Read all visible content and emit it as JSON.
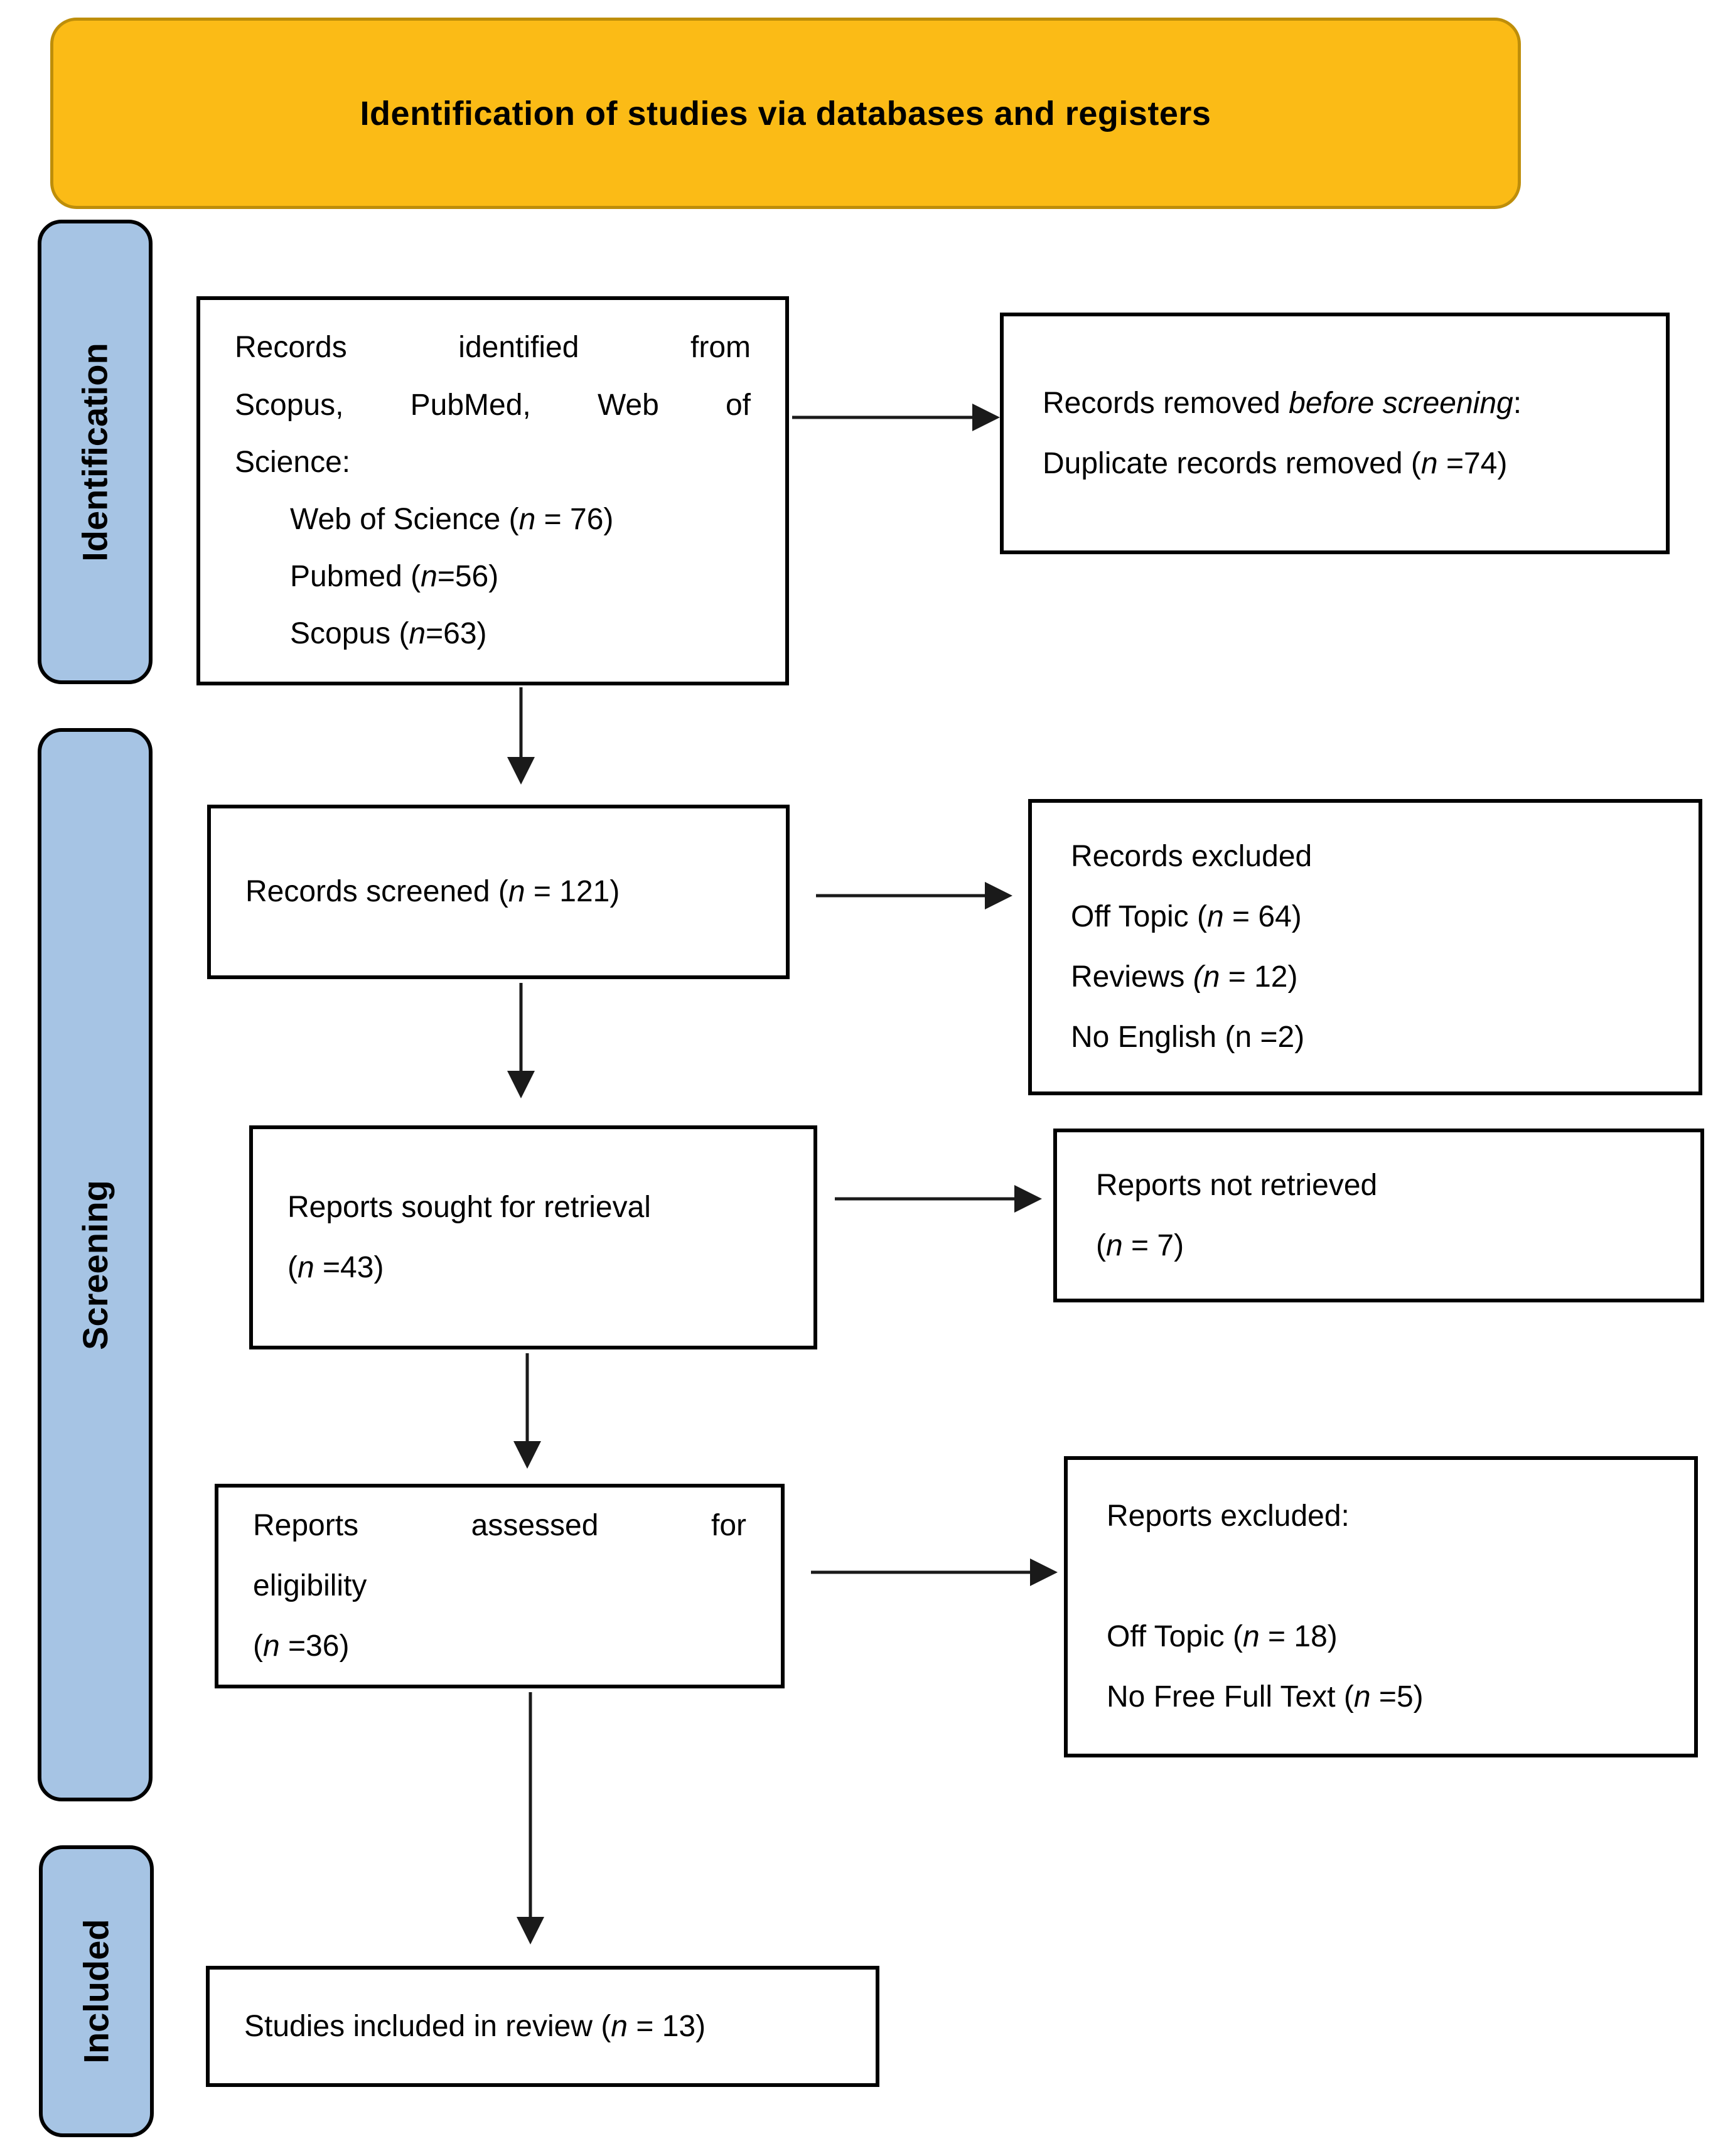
{
  "header": {
    "title": "Identification of studies via databases and registers"
  },
  "sidebar": {
    "identification": "Identification",
    "screening": "Screening",
    "included": "Included"
  },
  "boxes": {
    "records_identified": {
      "lines": [
        "Records identified from",
        "Scopus, PubMed, Web of",
        "Science:",
        "Web of Science (<i>n</i> = 76)",
        "Pubmed (<i>n</i>=56)",
        "Scopus (<i>n</i>=63)"
      ]
    },
    "records_removed": {
      "lines": [
        "Records removed <i>before screening</i>:",
        "Duplicate records removed (<i>n</i> =74)"
      ]
    },
    "records_screened": {
      "lines": [
        "Records screened (<i>n</i> = 121)"
      ]
    },
    "records_excluded": {
      "lines": [
        "Records excluded",
        "Off Topic (<i>n</i> = 64)",
        "Reviews <i>(n</i> = 12)",
        "No English (n =2)"
      ]
    },
    "reports_sought": {
      "lines": [
        "Reports sought for retrieval",
        "(<i>n</i> =43)"
      ]
    },
    "reports_not_retrieved": {
      "lines": [
        "Reports not retrieved",
        "(<i>n</i> = 7)"
      ]
    },
    "reports_assessed": {
      "lines": [
        "Reports assessed for",
        "eligibility",
        "(<i>n</i> =36)"
      ]
    },
    "reports_excluded": {
      "lines": [
        "Reports excluded:",
        "",
        "Off Topic (<i>n</i> = 18)",
        "No Free Full Text (<i>n</i> =5)"
      ]
    },
    "studies_included": {
      "lines": [
        "Studies included in review (<i>n</i> = 13)"
      ]
    }
  },
  "colors": {
    "header_fill": "#FBBB16",
    "header_border": "#BE8E0A",
    "stage_fill": "#A6C4E4",
    "box_border": "#000000",
    "arrow": "#1A1A1A"
  }
}
